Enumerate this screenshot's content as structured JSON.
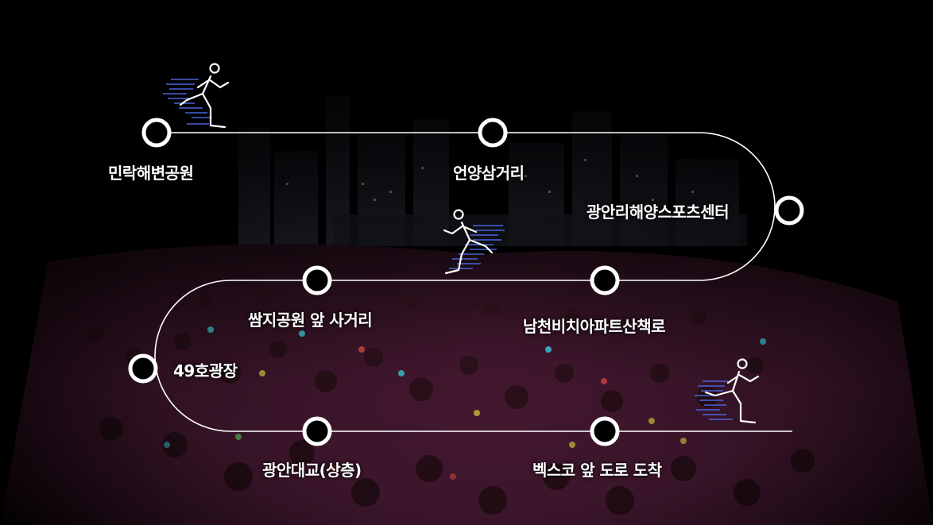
{
  "stops": [
    {
      "id": "minrak",
      "label": "민락해변공원"
    },
    {
      "id": "eonyang",
      "label": "언양삼거리"
    },
    {
      "id": "gwangalli-sports",
      "label": "광안리해양스포츠센터"
    },
    {
      "id": "ssamji",
      "label": "쌈지공원 앞 사거리"
    },
    {
      "id": "namcheon",
      "label": "남천비치아파트산책로"
    },
    {
      "id": "plaza49",
      "label": "49호광장"
    },
    {
      "id": "bridge",
      "label": "광안대교(상층)"
    },
    {
      "id": "bexco",
      "label": "벡스코 앞 도로 도착"
    }
  ],
  "colors": {
    "route": "#ffffff",
    "background": "#000000",
    "crowd": "#5b1f3f",
    "runner_lines": "#4a63d9"
  },
  "icons": [
    "runner-icon",
    "runner-icon",
    "runner-icon"
  ]
}
